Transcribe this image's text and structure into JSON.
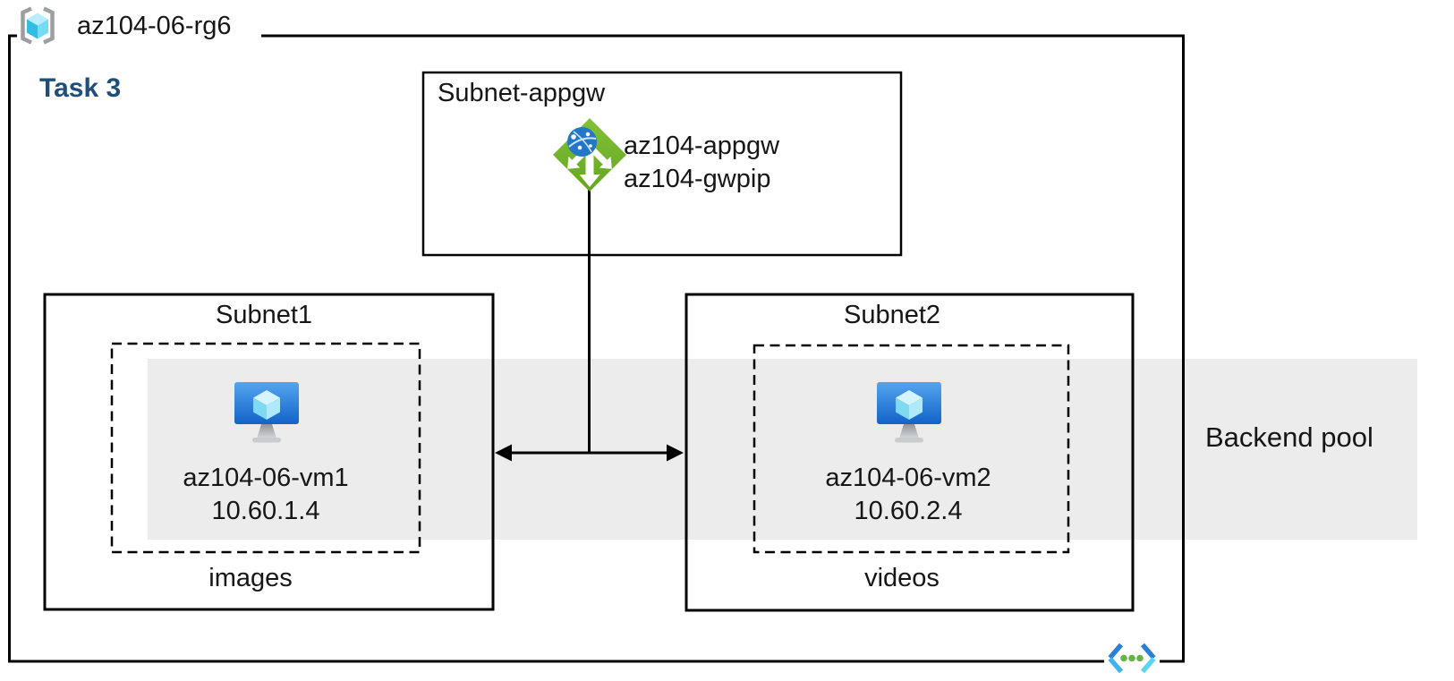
{
  "resource_group": {
    "name": "az104-06-rg6"
  },
  "task_label": "Task 3",
  "appgw_subnet": {
    "label": "Subnet-appgw",
    "app_gateway_name": "az104-appgw",
    "public_ip_name": "az104-gwpip"
  },
  "subnet1": {
    "label": "Subnet1",
    "vm_name": "az104-06-vm1",
    "vm_ip": "10.60.1.4",
    "caption": "images"
  },
  "subnet2": {
    "label": "Subnet2",
    "vm_name": "az104-06-vm2",
    "vm_ip": "10.60.2.4",
    "caption": "videos"
  },
  "backend_pool": {
    "label": "Backend pool"
  },
  "colors": {
    "app_gateway_green": "#76b82a",
    "vm_screen_blue_top": "#54a5ef",
    "vm_screen_blue_bottom": "#1263c8",
    "cube_cyan": "#50e6ff",
    "backend_band_gray": "#ececec",
    "task_text_blue": "#1f4e79",
    "vnet_chevron_blue": "#2b80d3",
    "vnet_chevron_cyan": "#5bd5f5",
    "vnet_dot_green": "#67b345",
    "line_black": "#000000"
  }
}
